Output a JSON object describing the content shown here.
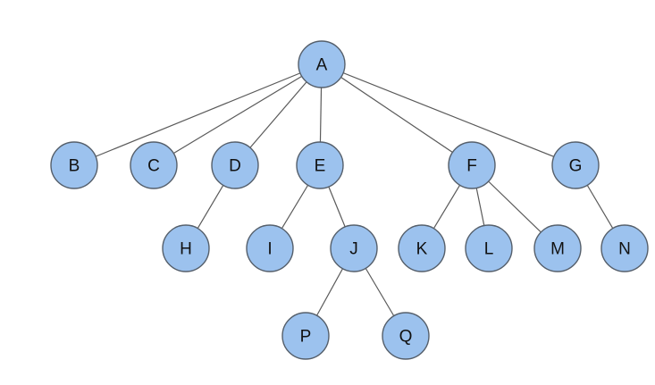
{
  "diagram": {
    "type": "tree",
    "nodes": [
      {
        "id": "A",
        "label": "A"
      },
      {
        "id": "B",
        "label": "B"
      },
      {
        "id": "C",
        "label": "C"
      },
      {
        "id": "D",
        "label": "D"
      },
      {
        "id": "E",
        "label": "E"
      },
      {
        "id": "F",
        "label": "F"
      },
      {
        "id": "G",
        "label": "G"
      },
      {
        "id": "H",
        "label": "H"
      },
      {
        "id": "I",
        "label": "I"
      },
      {
        "id": "J",
        "label": "J"
      },
      {
        "id": "K",
        "label": "K"
      },
      {
        "id": "L",
        "label": "L"
      },
      {
        "id": "M",
        "label": "M"
      },
      {
        "id": "N",
        "label": "N"
      },
      {
        "id": "P",
        "label": "P"
      },
      {
        "id": "Q",
        "label": "Q"
      }
    ],
    "edges": [
      {
        "from": "A",
        "to": "B"
      },
      {
        "from": "A",
        "to": "C"
      },
      {
        "from": "A",
        "to": "D"
      },
      {
        "from": "A",
        "to": "E"
      },
      {
        "from": "A",
        "to": "F"
      },
      {
        "from": "A",
        "to": "G"
      },
      {
        "from": "D",
        "to": "H"
      },
      {
        "from": "E",
        "to": "I"
      },
      {
        "from": "E",
        "to": "J"
      },
      {
        "from": "F",
        "to": "K"
      },
      {
        "from": "F",
        "to": "L"
      },
      {
        "from": "F",
        "to": "M"
      },
      {
        "from": "G",
        "to": "N"
      },
      {
        "from": "J",
        "to": "P"
      },
      {
        "from": "J",
        "to": "Q"
      }
    ],
    "colors": {
      "node_fill": "#9cc2ee",
      "node_stroke": "#555f6b",
      "edge": "#5a5a5a",
      "label": "#111111"
    }
  }
}
